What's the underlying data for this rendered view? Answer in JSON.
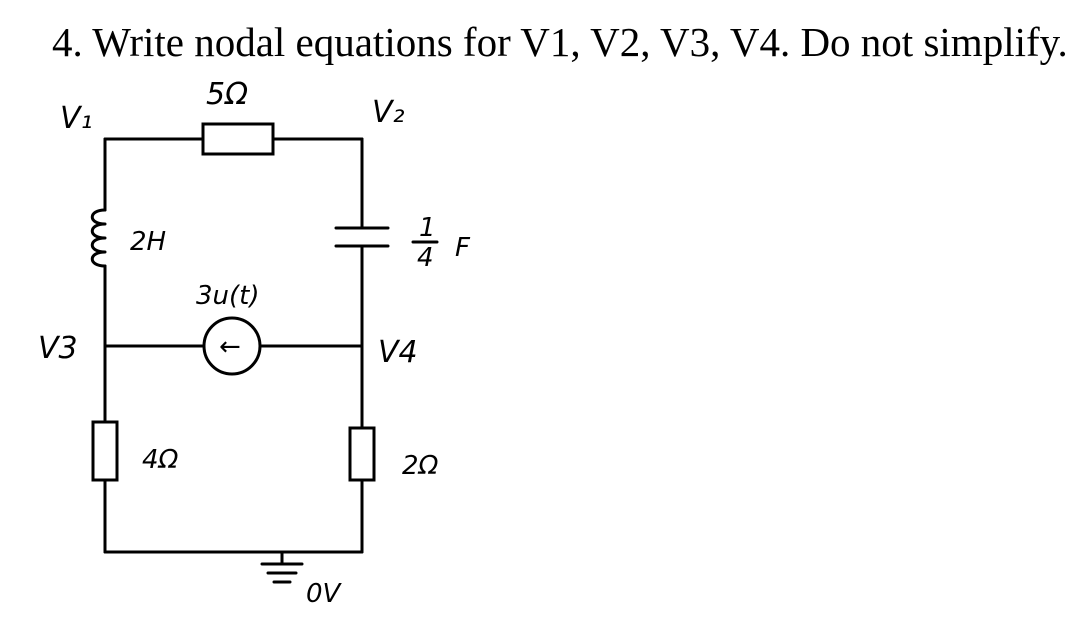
{
  "question": {
    "text": "4. Write nodal equations for V1, V2, V3, V4. Do not simplify."
  },
  "nodes": {
    "v1": "V₁",
    "v2": "V₂",
    "v3": "V3",
    "v4": "V4",
    "ground": "0V"
  },
  "components": {
    "resistor_top": "5Ω",
    "inductor": "2H",
    "capacitor_num": "1",
    "capacitor_den": "4",
    "capacitor_unit": "F",
    "current_source": "3u(t)",
    "resistor_left": "4Ω",
    "resistor_right": "2Ω"
  },
  "source_arrow": "←"
}
